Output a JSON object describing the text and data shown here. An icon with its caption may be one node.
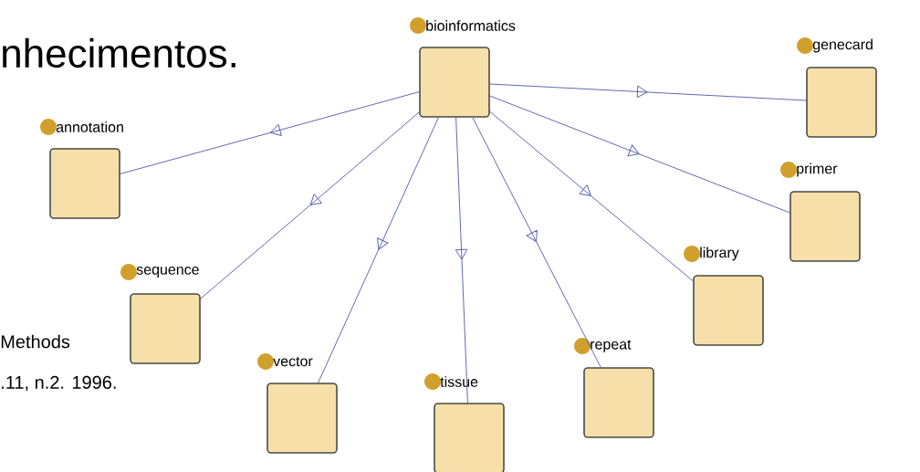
{
  "diagram": {
    "nodes": [
      {
        "text": [
          "bioinformatics"
        ]
      },
      {
        "text": [
          "genecard"
        ]
      },
      {
        "text": [
          "annotation"
        ]
      },
      {
        "text": [
          "primer"
        ]
      },
      {
        "text": [
          "sequence"
        ]
      },
      {
        "text": [
          "library"
        ]
      },
      {
        "text": [
          "vector"
        ]
      },
      {
        "text": [
          "tissue"
        ]
      },
      {
        "text": [
          "repeat"
        ]
      }
    ],
    "edges": [
      {
        "from": 0,
        "to": 1,
        "arrow": "to"
      },
      {
        "from": 0,
        "to": 2,
        "arrow": "to"
      },
      {
        "from": 0,
        "to": 3,
        "arrow": "to"
      },
      {
        "from": 0,
        "to": 4,
        "arrow": "to"
      },
      {
        "from": 0,
        "to": 5,
        "arrow": "to"
      },
      {
        "from": 0,
        "to": 6,
        "arrow": "to"
      },
      {
        "from": 0,
        "to": 7,
        "arrow": "to"
      },
      {
        "from": 0,
        "to": 8,
        "arrow": "to"
      }
    ],
    "labels": [
      "nhecimentos.",
      "Methods",
      ".11, n.2. 1996."
    ]
  }
}
